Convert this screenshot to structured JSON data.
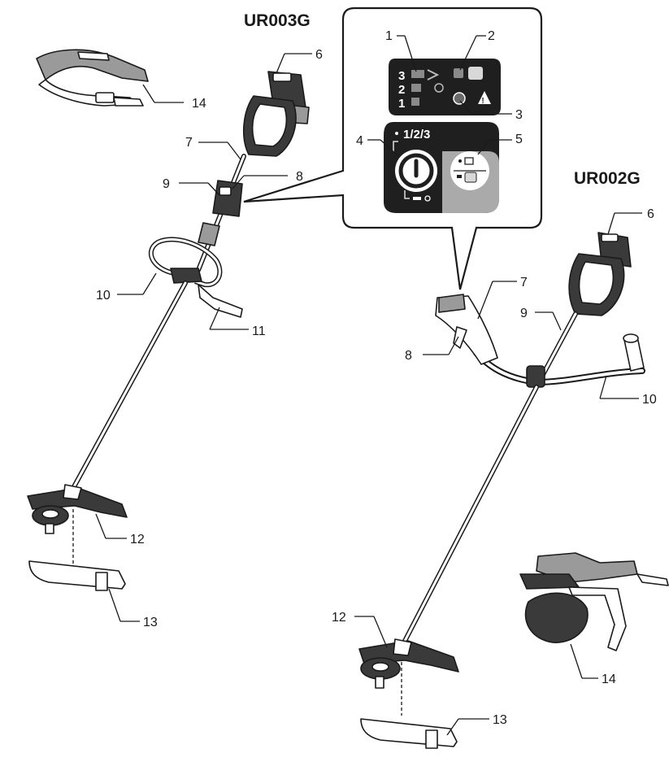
{
  "models": {
    "left": "UR003G",
    "right": "UR002G"
  },
  "panel": {
    "callouts": [
      "1",
      "2",
      "3",
      "4",
      "5"
    ],
    "speed_levels": [
      "3",
      "2",
      "1"
    ],
    "mode_text": "1/2/3"
  },
  "left_callouts": [
    "6",
    "7",
    "8",
    "9",
    "10",
    "11",
    "12",
    "13",
    "14"
  ],
  "right_callouts": [
    "6",
    "7",
    "8",
    "9",
    "10",
    "12",
    "13",
    "14"
  ]
}
